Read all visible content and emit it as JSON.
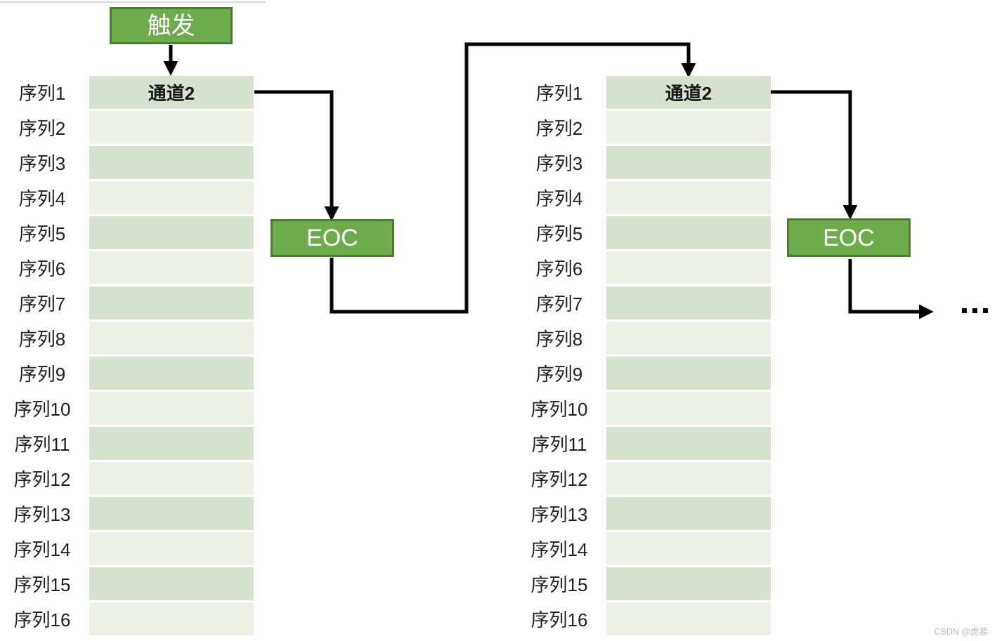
{
  "colors": {
    "box_green": "#6eab4c",
    "box_border": "#4c7d30",
    "row_odd": "#d7e3cf",
    "row_even": "#edf2e9",
    "arrow": "#000000"
  },
  "diagram": {
    "trigger": {
      "label": "触发"
    },
    "eoc_left": {
      "label": "EOC"
    },
    "eoc_right": {
      "label": "EOC"
    },
    "channel_label": "通道2",
    "ellipsis": "...",
    "left_table": {
      "rows": [
        {
          "label": "序列1",
          "value": "通道2"
        },
        {
          "label": "序列2",
          "value": ""
        },
        {
          "label": "序列3",
          "value": ""
        },
        {
          "label": "序列4",
          "value": ""
        },
        {
          "label": "序列5",
          "value": ""
        },
        {
          "label": "序列6",
          "value": ""
        },
        {
          "label": "序列7",
          "value": ""
        },
        {
          "label": "序列8",
          "value": ""
        },
        {
          "label": "序列9",
          "value": ""
        },
        {
          "label": "序列10",
          "value": ""
        },
        {
          "label": "序列11",
          "value": ""
        },
        {
          "label": "序列12",
          "value": ""
        },
        {
          "label": "序列13",
          "value": ""
        },
        {
          "label": "序列14",
          "value": ""
        },
        {
          "label": "序列15",
          "value": ""
        },
        {
          "label": "序列16",
          "value": ""
        }
      ]
    },
    "right_table": {
      "rows": [
        {
          "label": "序列1",
          "value": "通道2"
        },
        {
          "label": "序列2",
          "value": ""
        },
        {
          "label": "序列3",
          "value": ""
        },
        {
          "label": "序列4",
          "value": ""
        },
        {
          "label": "序列5",
          "value": ""
        },
        {
          "label": "序列6",
          "value": ""
        },
        {
          "label": "序列7",
          "value": ""
        },
        {
          "label": "序列8",
          "value": ""
        },
        {
          "label": "序列9",
          "value": ""
        },
        {
          "label": "序列10",
          "value": ""
        },
        {
          "label": "序列11",
          "value": ""
        },
        {
          "label": "序列12",
          "value": ""
        },
        {
          "label": "序列13",
          "value": ""
        },
        {
          "label": "序列14",
          "value": ""
        },
        {
          "label": "序列15",
          "value": ""
        },
        {
          "label": "序列16",
          "value": ""
        }
      ]
    }
  },
  "watermark": {
    "text": "CSDN @虎慕"
  }
}
